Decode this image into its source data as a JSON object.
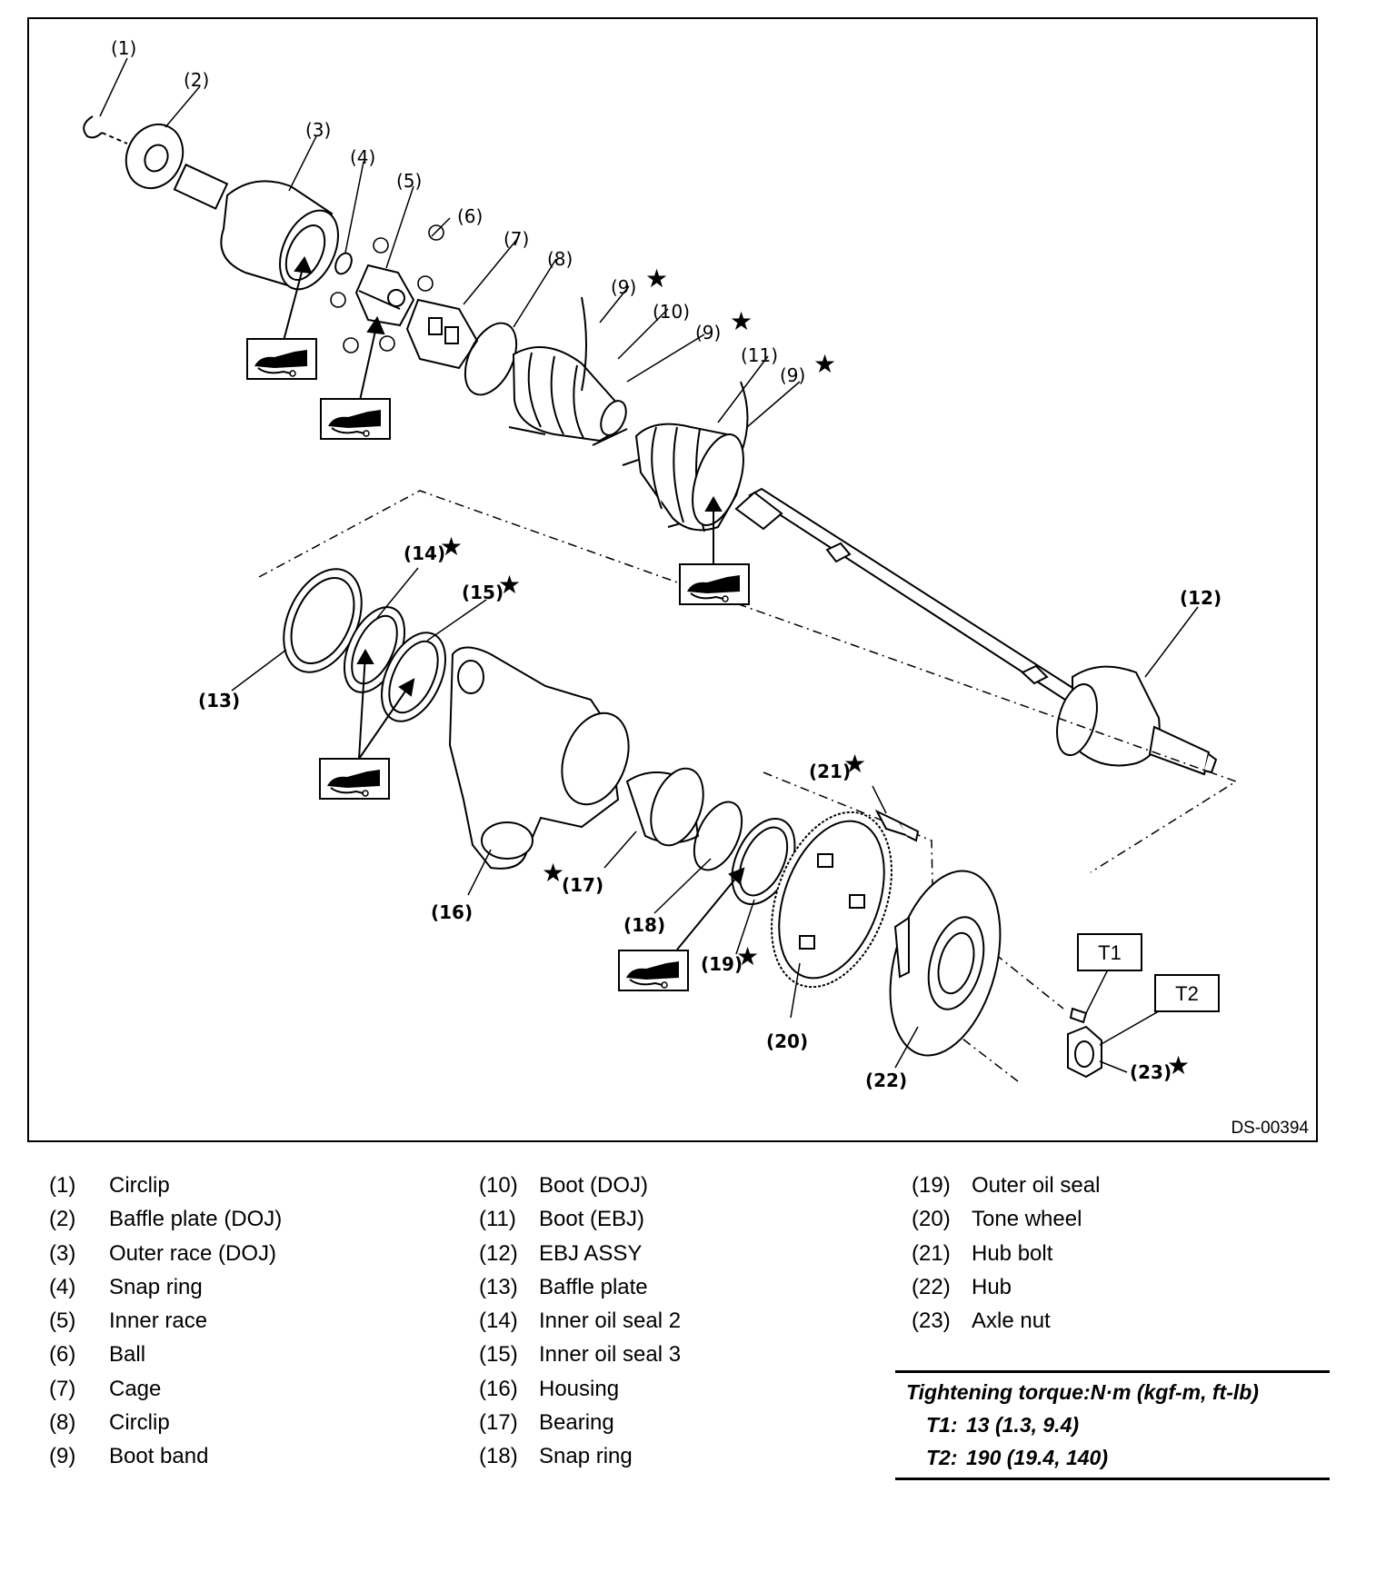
{
  "figure_id": "DS-00394",
  "callouts": [
    "(1)",
    "(2)",
    "(3)",
    "(4)",
    "(5)",
    "(6)",
    "(7)",
    "(8)",
    "(9)",
    "(10)",
    "(9)",
    "(11)",
    "(9)",
    "(12)",
    "(13)",
    "(14)",
    "(15)",
    "(16)",
    "(17)",
    "(18)",
    "(19)",
    "(20)",
    "(21)",
    "(22)",
    "(23)"
  ],
  "torque_boxes": {
    "t1": "T1",
    "t2": "T2"
  },
  "legend": {
    "col1": [
      {
        "num": "(1)",
        "name": "Circlip"
      },
      {
        "num": "(2)",
        "name": "Baffle plate (DOJ)"
      },
      {
        "num": "(3)",
        "name": "Outer race (DOJ)"
      },
      {
        "num": "(4)",
        "name": "Snap ring"
      },
      {
        "num": "(5)",
        "name": "Inner race"
      },
      {
        "num": "(6)",
        "name": "Ball"
      },
      {
        "num": "(7)",
        "name": "Cage"
      },
      {
        "num": "(8)",
        "name": "Circlip"
      },
      {
        "num": "(9)",
        "name": "Boot band"
      }
    ],
    "col2": [
      {
        "num": "(10)",
        "name": "Boot (DOJ)"
      },
      {
        "num": "(11)",
        "name": "Boot (EBJ)"
      },
      {
        "num": "(12)",
        "name": "EBJ ASSY"
      },
      {
        "num": "(13)",
        "name": "Baffle plate"
      },
      {
        "num": "(14)",
        "name": "Inner oil seal 2"
      },
      {
        "num": "(15)",
        "name": "Inner oil seal 3"
      },
      {
        "num": "(16)",
        "name": "Housing"
      },
      {
        "num": "(17)",
        "name": "Bearing"
      },
      {
        "num": "(18)",
        "name": "Snap ring"
      }
    ],
    "col3": [
      {
        "num": "(19)",
        "name": "Outer oil seal"
      },
      {
        "num": "(20)",
        "name": "Tone wheel"
      },
      {
        "num": "(21)",
        "name": "Hub bolt"
      },
      {
        "num": "(22)",
        "name": "Hub"
      },
      {
        "num": "(23)",
        "name": "Axle nut"
      }
    ]
  },
  "torque": {
    "title": "Tightening torque:N·m (kgf-m, ft-lb)",
    "rows": [
      {
        "key": "T1:",
        "value": "13 (1.3, 9.4)"
      },
      {
        "key": "T2:",
        "value": "190 (19.4, 140)"
      }
    ]
  },
  "icons": [
    "grease-icon",
    "star-icon"
  ]
}
